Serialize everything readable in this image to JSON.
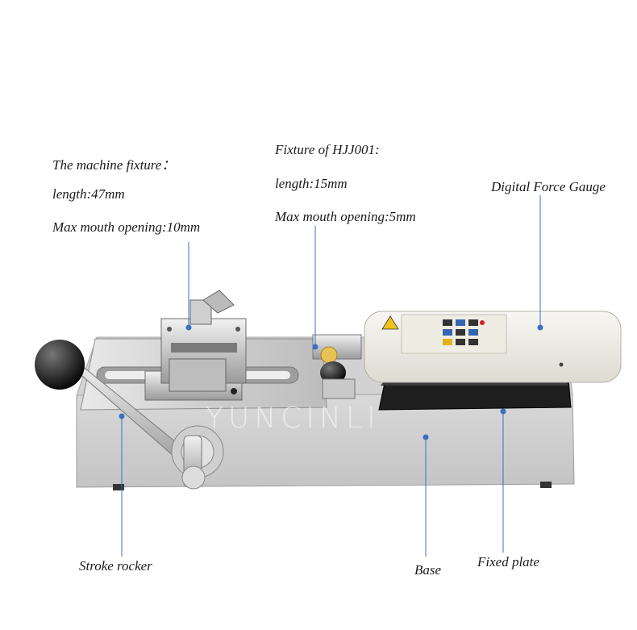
{
  "machine_fixture": {
    "title": "The machine fixture：",
    "length": "length:47mm",
    "opening": "Max mouth opening:10mm"
  },
  "hjj_fixture": {
    "title": "Fixture of HJJ001:",
    "length": "length:15mm",
    "opening": "Max mouth opening:5mm"
  },
  "callouts": {
    "gauge": "Digital Force Gauge",
    "rocker": "Stroke rocker",
    "base": "Base",
    "plate": "Fixed plate"
  },
  "watermark": "YUNCINLI",
  "leader_color": "#3a6fc4"
}
